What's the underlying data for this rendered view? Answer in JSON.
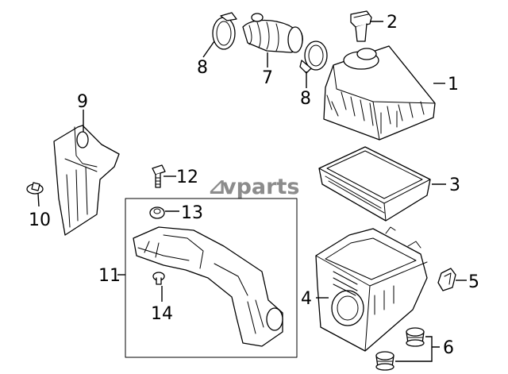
{
  "watermark": {
    "logo_mark": "⊿",
    "text": "vparts"
  },
  "callouts": [
    {
      "id": "1",
      "label": "1"
    },
    {
      "id": "2",
      "label": "2"
    },
    {
      "id": "3",
      "label": "3"
    },
    {
      "id": "4",
      "label": "4"
    },
    {
      "id": "5",
      "label": "5"
    },
    {
      "id": "6",
      "label": "6"
    },
    {
      "id": "7",
      "label": "7"
    },
    {
      "id": "8a",
      "label": "8"
    },
    {
      "id": "8b",
      "label": "8"
    },
    {
      "id": "9",
      "label": "9"
    },
    {
      "id": "10",
      "label": "10"
    },
    {
      "id": "11",
      "label": "11"
    },
    {
      "id": "12",
      "label": "12"
    },
    {
      "id": "13",
      "label": "13"
    },
    {
      "id": "14",
      "label": "14"
    }
  ],
  "parts": [
    {
      "callout": "1",
      "icon": "air-cleaner-cover-icon"
    },
    {
      "callout": "2",
      "icon": "mass-airflow-sensor-icon"
    },
    {
      "callout": "3",
      "icon": "air-filter-element-icon"
    },
    {
      "callout": "4",
      "icon": "air-cleaner-housing-icon"
    },
    {
      "callout": "5",
      "icon": "retaining-clip-icon"
    },
    {
      "callout": "6",
      "icon": "rubber-grommet-icon"
    },
    {
      "callout": "7",
      "icon": "intake-hose-icon"
    },
    {
      "callout": "8",
      "icon": "hose-clamp-icon"
    },
    {
      "callout": "9",
      "icon": "air-duct-bracket-icon"
    },
    {
      "callout": "10",
      "icon": "push-pin-icon"
    },
    {
      "callout": "11",
      "icon": "inlet-duct-icon"
    },
    {
      "callout": "12",
      "icon": "bolt-icon"
    },
    {
      "callout": "13",
      "icon": "grommet-icon"
    },
    {
      "callout": "14",
      "icon": "push-pin-icon"
    }
  ]
}
